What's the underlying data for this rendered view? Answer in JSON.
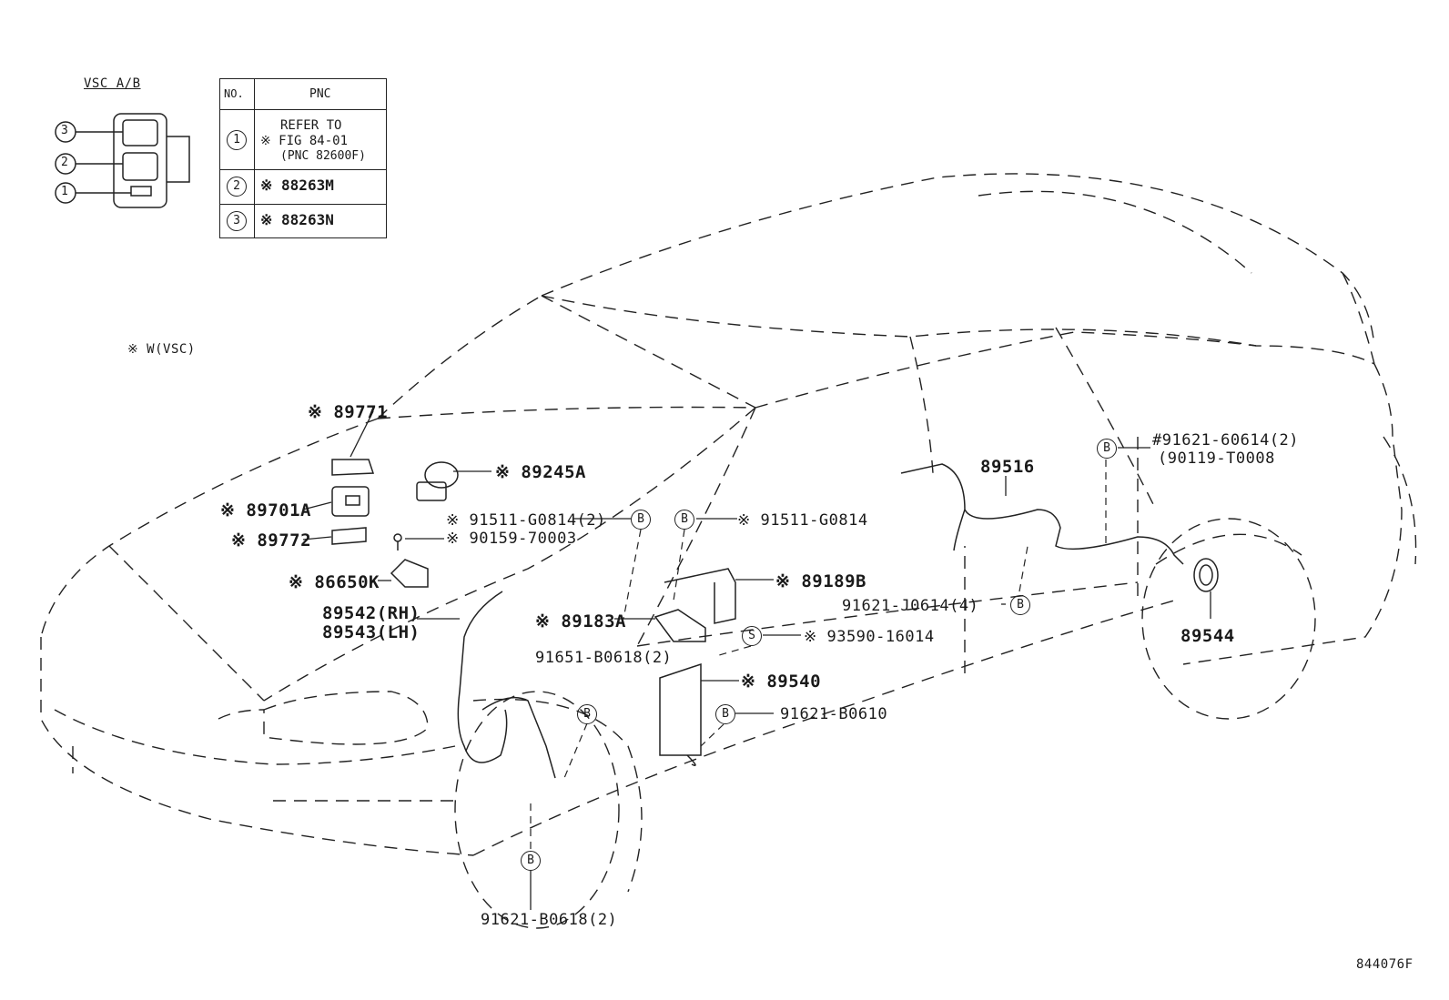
{
  "legend_box": {
    "title": "VSC A/B",
    "callouts": [
      "3",
      "2",
      "1"
    ]
  },
  "pnc_table": {
    "header_no": "NO.",
    "header_pnc": "PNC",
    "rows": [
      {
        "no": "1",
        "line1": "REFER TO",
        "line2": "※ FIG 84-01",
        "line3": "(PNC 82600F)"
      },
      {
        "no": "2",
        "line1": "※ 88263M"
      },
      {
        "no": "3",
        "line1": "※ 88263N"
      }
    ]
  },
  "note": "※ W(VSC)",
  "labels": {
    "p89771": "※ 89771",
    "p89245A": "※ 89245A",
    "p89701A": "※ 89701A",
    "p89772": "※ 89772",
    "p91511_left": "※ 91511-G0814(2)",
    "p91511_right": "※ 91511-G0814",
    "p90159": "※ 90159-70003",
    "p86650K": "※ 86650K",
    "p89542": "89542(RH)",
    "p89543": "89543(LH)",
    "p89183A": "※ 89183A",
    "p89189B": "※ 89189B",
    "p93590": "※ 93590-16014",
    "p91651": "91651-B0618(2)",
    "p89540": "※ 89540",
    "p91621_b0610": "91621-B0610",
    "p91621_b0618": "91621-B0618(2)",
    "p89516": "89516",
    "p91621_60614": "#91621-60614(2)",
    "p90119": "(90119-T0008",
    "p91621_j0614": "91621-J0614(4)",
    "p89544": "89544"
  },
  "markers": {
    "bolt": "B",
    "screw": "S"
  },
  "figure_id": "844076F"
}
